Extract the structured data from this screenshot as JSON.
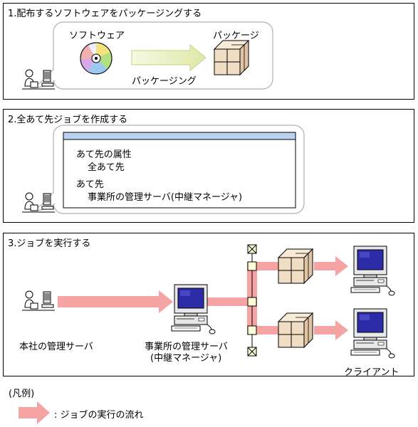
{
  "panel1": {
    "title": "1.配布するソフトウェアをパッケージングする",
    "software_label": "ソフトウェア",
    "package_label": "パッケージ",
    "packaging_label": "パッケージング"
  },
  "panel2": {
    "title": "2.全あて先ジョブを作成する",
    "attr_label": "あて先の属性",
    "attr_value": "全あて先",
    "dest_label": "あて先",
    "dest_value": "事業所の管理サーバ(中継マネージャ)"
  },
  "panel3": {
    "title": "3.ジョブを実行する",
    "hq_label": "本社の管理サーバ",
    "branch_label_1": "事業所の管理サーバ",
    "branch_label_2": "(中継マネージャ)",
    "client_label": "クライアント"
  },
  "legend": {
    "title": "(凡例)",
    "arrow_desc": ": ジョブの実行の流れ"
  },
  "colors": {
    "flow_arrow": "#f5a3a3",
    "box_face": "#f1dcc4",
    "monitor_screen": "#2c2ca8",
    "header_bar": "#b8d4f0",
    "bubble_border": "#b0b0b0",
    "arrow_green": "#e9f0c5"
  }
}
